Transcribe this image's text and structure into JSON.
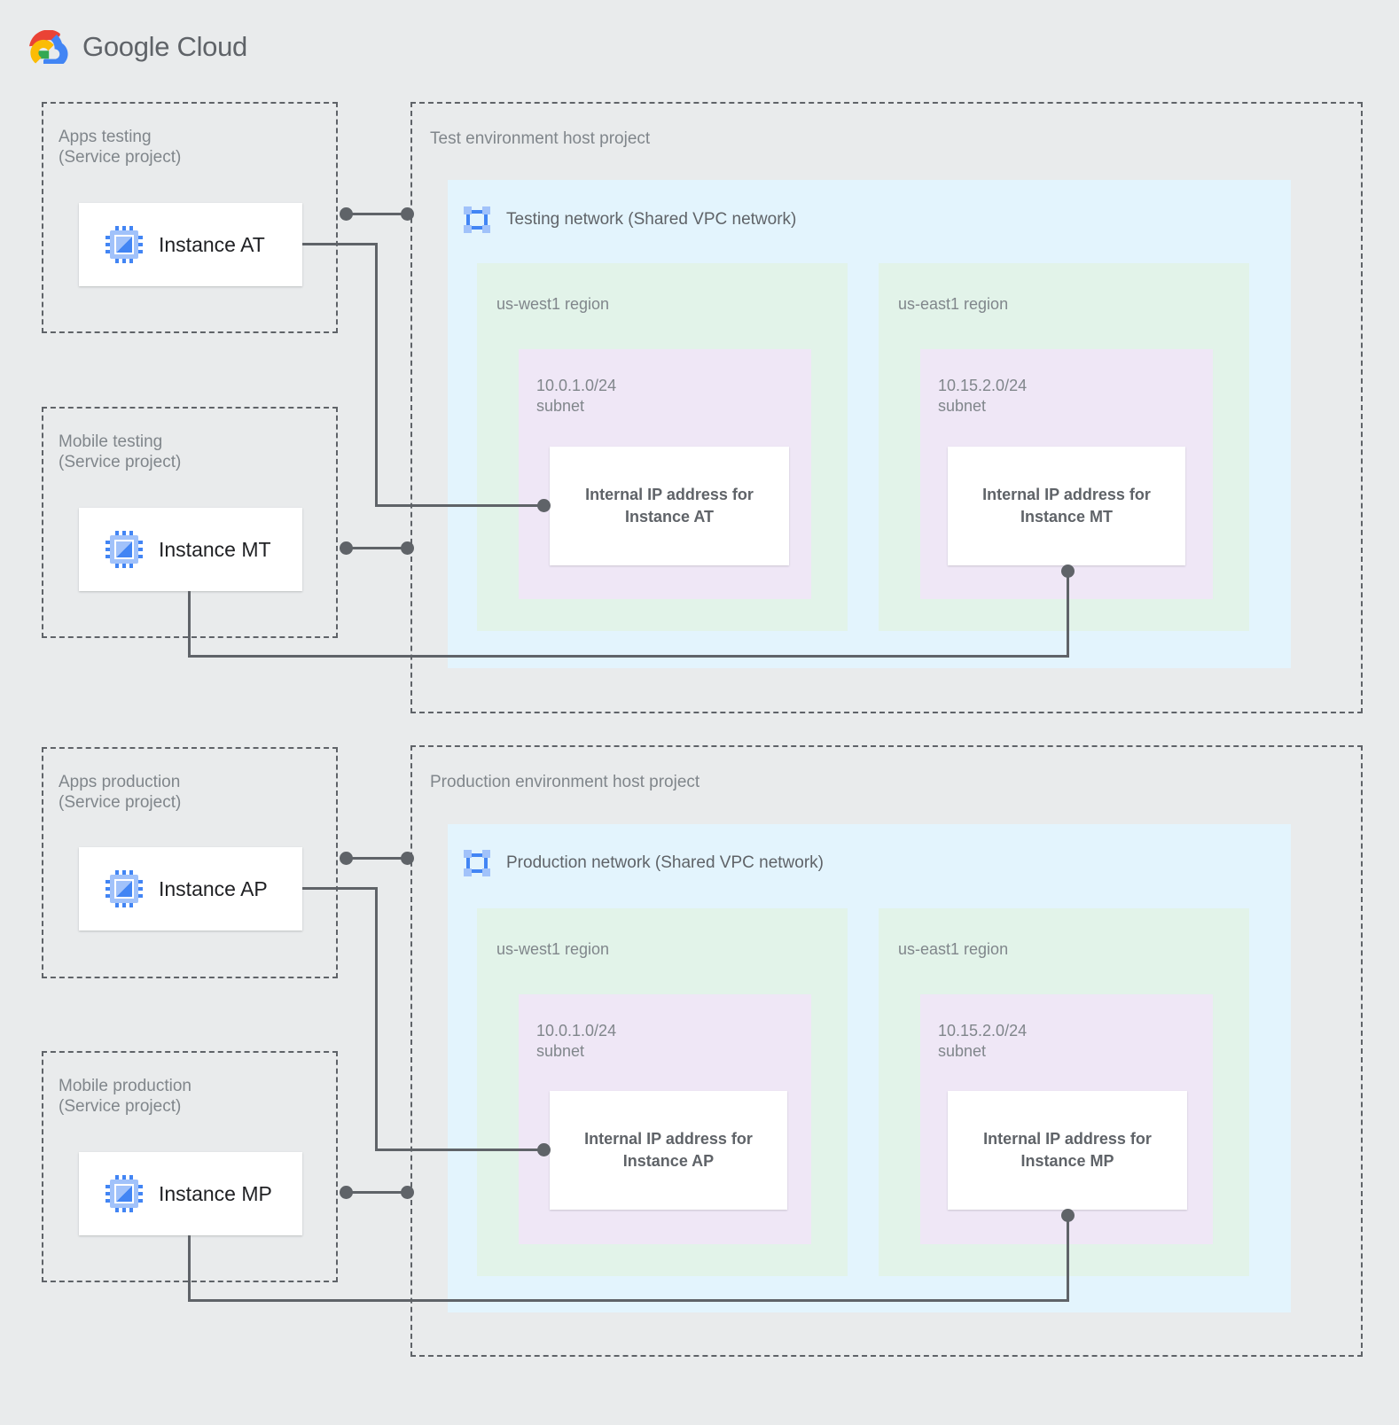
{
  "logo": {
    "brand_google": "Google",
    "brand_cloud": "Cloud",
    "icon": "google-cloud-logo"
  },
  "colors": {
    "page_background": "#E9EBEC",
    "network_fill": "#E3F4FD",
    "region_fill": "#E2F3E9",
    "subnet_fill": "#EFE7F6",
    "card_fill": "#FFFFFF",
    "dashed_border": "#5F6368",
    "connector": "#5F6368",
    "label_text": "#80868B",
    "instance_text": "#202124",
    "ip_text": "#5F6368",
    "icon_blue": "#4285F4",
    "icon_blue_light": "#A1C2FA"
  },
  "service_projects": [
    {
      "id": "apps-testing",
      "title": "Apps testing\n(Service project)",
      "instance": {
        "name": "Instance AT",
        "icon": "compute-instance-icon"
      }
    },
    {
      "id": "mobile-testing",
      "title": "Mobile testing\n(Service project)",
      "instance": {
        "name": "Instance MT",
        "icon": "compute-instance-icon"
      }
    },
    {
      "id": "apps-production",
      "title": "Apps production\n(Service project)",
      "instance": {
        "name": "Instance AP",
        "icon": "compute-instance-icon"
      }
    },
    {
      "id": "mobile-production",
      "title": "Mobile production\n(Service project)",
      "instance": {
        "name": "Instance MP",
        "icon": "compute-instance-icon"
      }
    }
  ],
  "host_projects": [
    {
      "id": "test-environment",
      "title": "Test environment host project",
      "network": {
        "name": "Testing network (Shared VPC network)",
        "icon": "vpc-network-icon"
      },
      "regions": [
        {
          "name": "us-west1 region",
          "subnet": {
            "cidr": "10.0.1.0/24",
            "kind": "subnet"
          },
          "ip_resource": "Internal IP address for\nInstance AT"
        },
        {
          "name": "us-east1 region",
          "subnet": {
            "cidr": "10.15.2.0/24",
            "kind": "subnet"
          },
          "ip_resource": "Internal IP address for\nInstance MT"
        }
      ]
    },
    {
      "id": "production-environment",
      "title": "Production environment host project",
      "network": {
        "name": "Production network (Shared VPC network)",
        "icon": "vpc-network-icon"
      },
      "regions": [
        {
          "name": "us-west1 region",
          "subnet": {
            "cidr": "10.0.1.0/24",
            "kind": "subnet"
          },
          "ip_resource": "Internal IP address for\nInstance AP"
        },
        {
          "name": "us-east1 region",
          "subnet": {
            "cidr": "10.15.2.0/24",
            "kind": "subnet"
          },
          "ip_resource": "Internal IP address for\nInstance MP"
        }
      ]
    }
  ]
}
